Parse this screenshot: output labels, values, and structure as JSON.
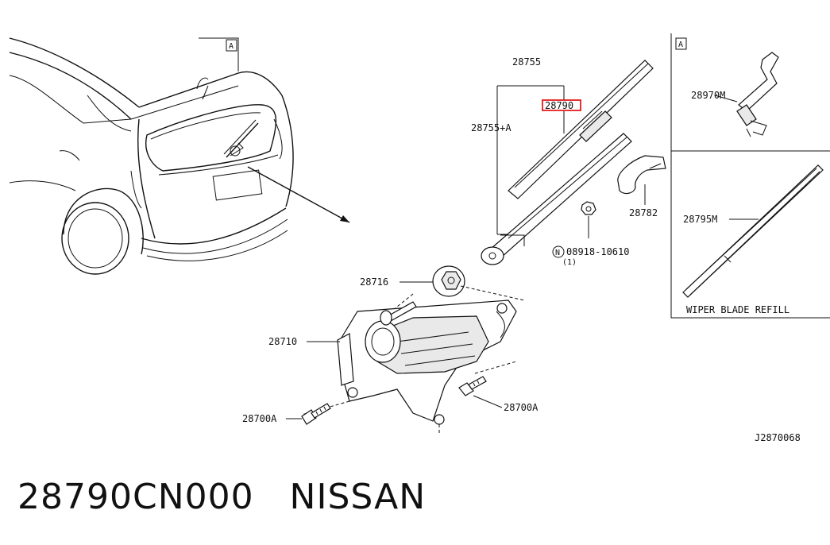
{
  "diagram": {
    "callout_a_main": "A",
    "callout_a_inset": "A",
    "labels": {
      "p28755": "28755",
      "p28790": "28790",
      "p28755a": "28755+A",
      "p28782": "28782",
      "p08918": "08918-10610",
      "p08918_qty": "(1)",
      "p08918_prefix": "N",
      "p28716": "28716",
      "p28710": "28710",
      "p28700a_left": "28700A",
      "p28700a_right": "28700A",
      "p28970m": "28970M",
      "p28795m": "28795M",
      "refill": "WIPER BLADE REFILL",
      "diagram_code": "J2870068"
    },
    "highlight_color": "#e00000"
  },
  "caption": {
    "text": "28790CN000   NISSAN"
  }
}
